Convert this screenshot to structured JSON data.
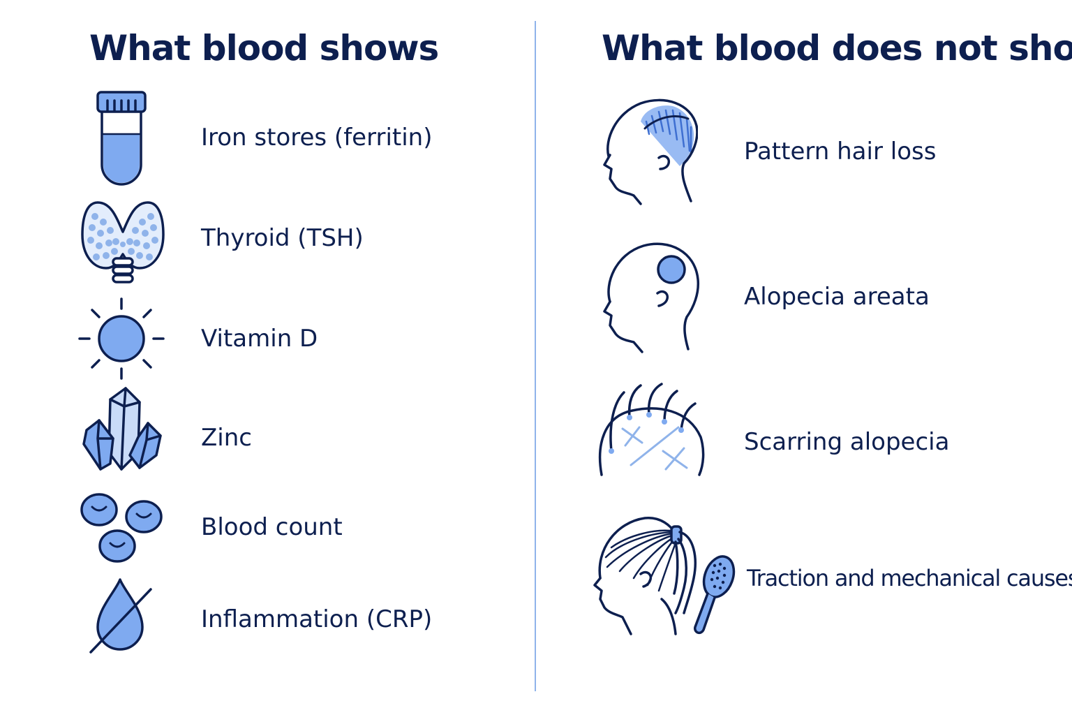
{
  "left": {
    "title": "What blood shows",
    "items": [
      {
        "label": "Iron stores (ferritin)",
        "icon": "test-tube-icon"
      },
      {
        "label": "Thyroid (TSH)",
        "icon": "thyroid-icon"
      },
      {
        "label": "Vitamin D",
        "icon": "sun-icon"
      },
      {
        "label": "Zinc",
        "icon": "crystal-icon"
      },
      {
        "label": "Blood count",
        "icon": "blood-cells-icon"
      },
      {
        "label": "Inflammation (CRP)",
        "icon": "crossed-drop-icon"
      }
    ]
  },
  "right": {
    "title": "What blood does not show",
    "items": [
      {
        "label": "Pattern hair loss",
        "icon": "receding-hairline-head-icon"
      },
      {
        "label": "Alopecia areata",
        "icon": "bald-patch-head-icon"
      },
      {
        "label": "Scarring alopecia",
        "icon": "scarred-scalp-icon"
      },
      {
        "label": "Traction and mechanical causes",
        "icon": "ponytail-brush-icon"
      }
    ]
  },
  "colors": {
    "ink": "#0d1f4f",
    "accent": "#8fb3ea",
    "fill": "#7faaf0",
    "fill_light": "#c9dbf8"
  }
}
